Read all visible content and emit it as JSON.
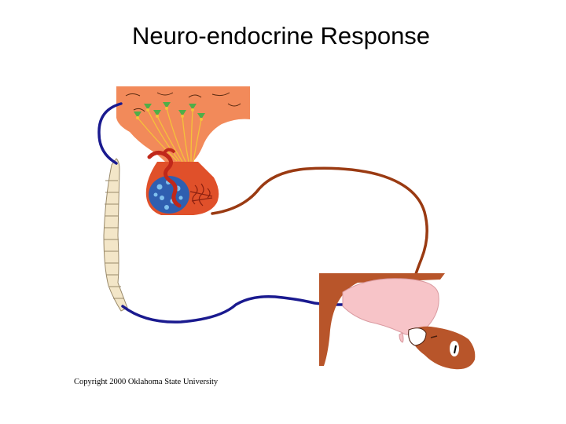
{
  "slide": {
    "title": "Neuro-endocrine Response",
    "copyright": "Copyright 2000 Oklahoma State University"
  },
  "colors": {
    "nerve_path": "#1a1a8f",
    "hormone_path": "#9a3a12",
    "hypothalamus": "#f28a5a",
    "posterior_pituitary": "#e0502a",
    "blood_vessels": "#c0281a",
    "anterior_pituitary_cells": "#4a7fd0",
    "nerve_fibers": "#f5c23a",
    "neurons": "#4fae48",
    "udder": "#f7c4c8",
    "cow_body": "#b8552a",
    "spine": "#f3e6c8"
  },
  "icons": {
    "brain_section": "hypothalamus-pituitary-illustration",
    "spinal_cord": "spinal-cord-illustration",
    "udder": "udder-illustration",
    "calf": "calf-head-illustration"
  }
}
